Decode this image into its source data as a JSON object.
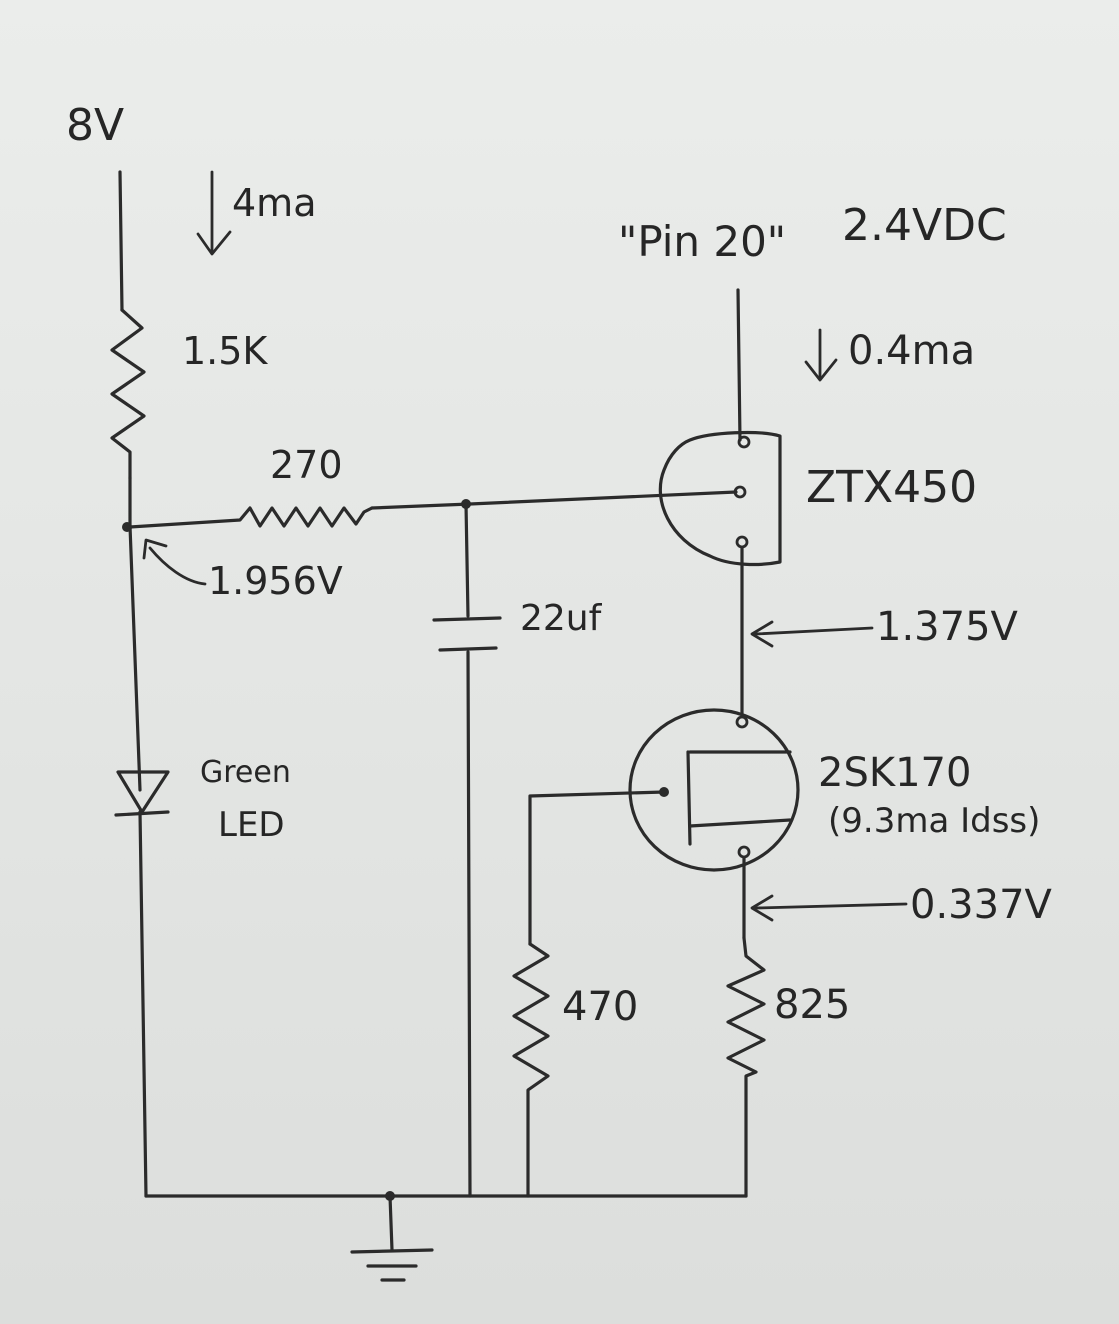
{
  "supply": {
    "voltage": "8V",
    "current": "4ma"
  },
  "pin": {
    "name": "\"Pin 20\"",
    "voltage": "2.4VDC",
    "current": "0.4ma"
  },
  "components": {
    "r1": "1.5K",
    "r2": "270",
    "cap": "22uf",
    "led_line1": "Green",
    "led_line2": "LED",
    "bjt": "ZTX450",
    "jfet": "2SK170",
    "jfet_note": "(9.3ma Idss)",
    "r3": "470",
    "r4": "825"
  },
  "measurements": {
    "node_left": "1.956V",
    "emitter": "1.375V",
    "source": "0.337V"
  }
}
